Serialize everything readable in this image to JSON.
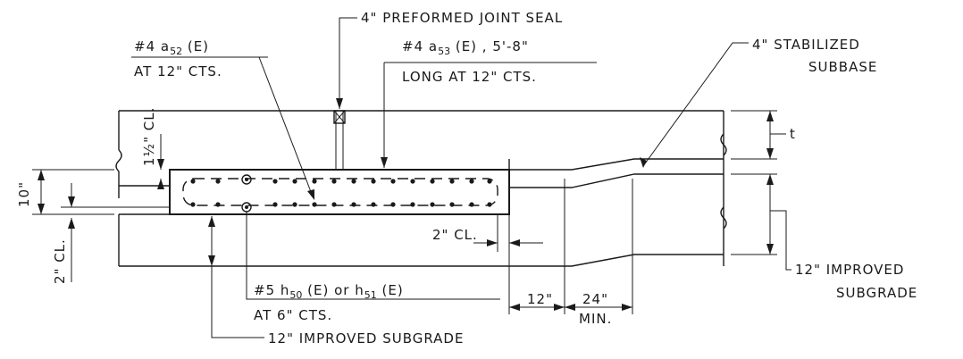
{
  "labels": {
    "joint_seal": "4\" PREFORMED JOINT SEAL",
    "bar_a52_prefix": "#4 a",
    "bar_a52_sub": "52",
    "bar_a52_suffix": " (E)",
    "bar_a52_spacing": "AT 12\" CTS.",
    "bar_a53_prefix": "#4 a",
    "bar_a53_sub": "53",
    "bar_a53_suffix": " (E) , 5'-8\"",
    "bar_a53_spacing": "LONG AT 12\" CTS.",
    "stabilized_subbase_1": "4\" STABILIZED",
    "stabilized_subbase_2": "SUBBASE",
    "thickness_t": "t",
    "dim_1_5_cl": "1½\" CL.",
    "dim_10": "10\"",
    "dim_2_cl_left": "2\" CL.",
    "dim_2_cl_right": "2\" CL.",
    "bar_h_prefix": "#5 h",
    "bar_h_sub1": "50",
    "bar_h_mid": " (E) or h",
    "bar_h_sub2": "51",
    "bar_h_suffix": " (E)",
    "bar_h_spacing": "AT 6\" CTS.",
    "dim_12": "12\"",
    "dim_24": "24\"",
    "dim_min": "MIN.",
    "improved_subgrade_right_1": "12\" IMPROVED",
    "improved_subgrade_right_2": "SUBGRADE",
    "improved_subgrade_bottom": "12\" IMPROVED SUBGRADE"
  }
}
